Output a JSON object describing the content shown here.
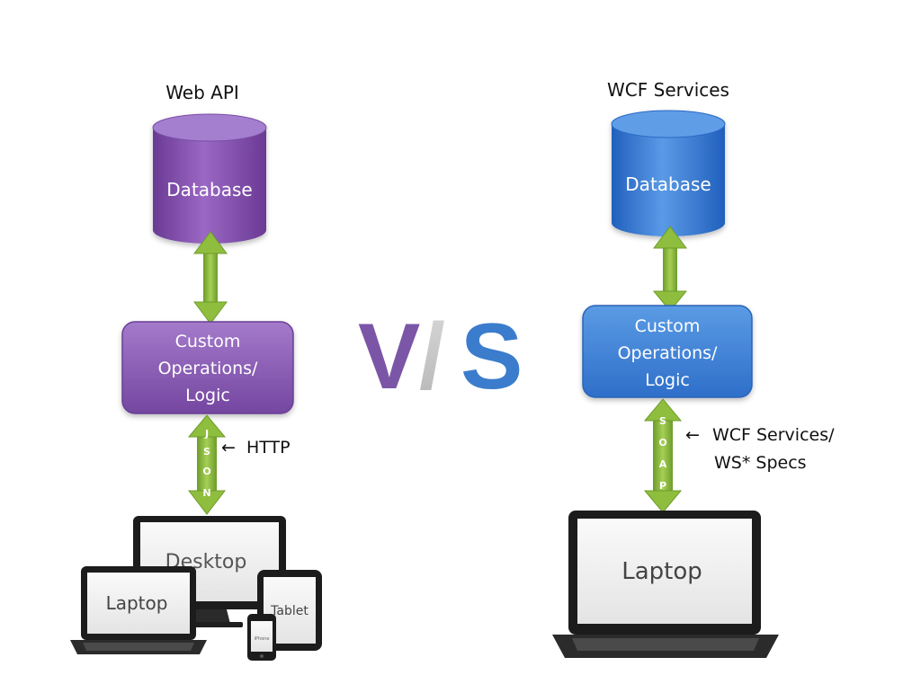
{
  "left": {
    "title": "Web API",
    "database": "Database",
    "logic": [
      "Custom",
      "Operations/",
      "Logic"
    ],
    "arrow_letters": [
      "J",
      "S",
      "O",
      "N"
    ],
    "protocol": "HTTP",
    "devices": {
      "desktop": "Desktop",
      "laptop": "Laptop",
      "tablet": "Tablet",
      "phone": "iPhone"
    },
    "color": "#7d4aa6"
  },
  "vs": {
    "v": "V",
    "slash": "/",
    "s": "S"
  },
  "right": {
    "title": "WCF Services",
    "database": "Database",
    "logic": [
      "Custom",
      "Operations/",
      "Logic"
    ],
    "arrow_letters": [
      "S",
      "O",
      "A",
      "P"
    ],
    "protocol": [
      "WCF Services/",
      "WS* Specs"
    ],
    "device": "Laptop",
    "color": "#2f74d0"
  },
  "arrow_prefix": "←"
}
